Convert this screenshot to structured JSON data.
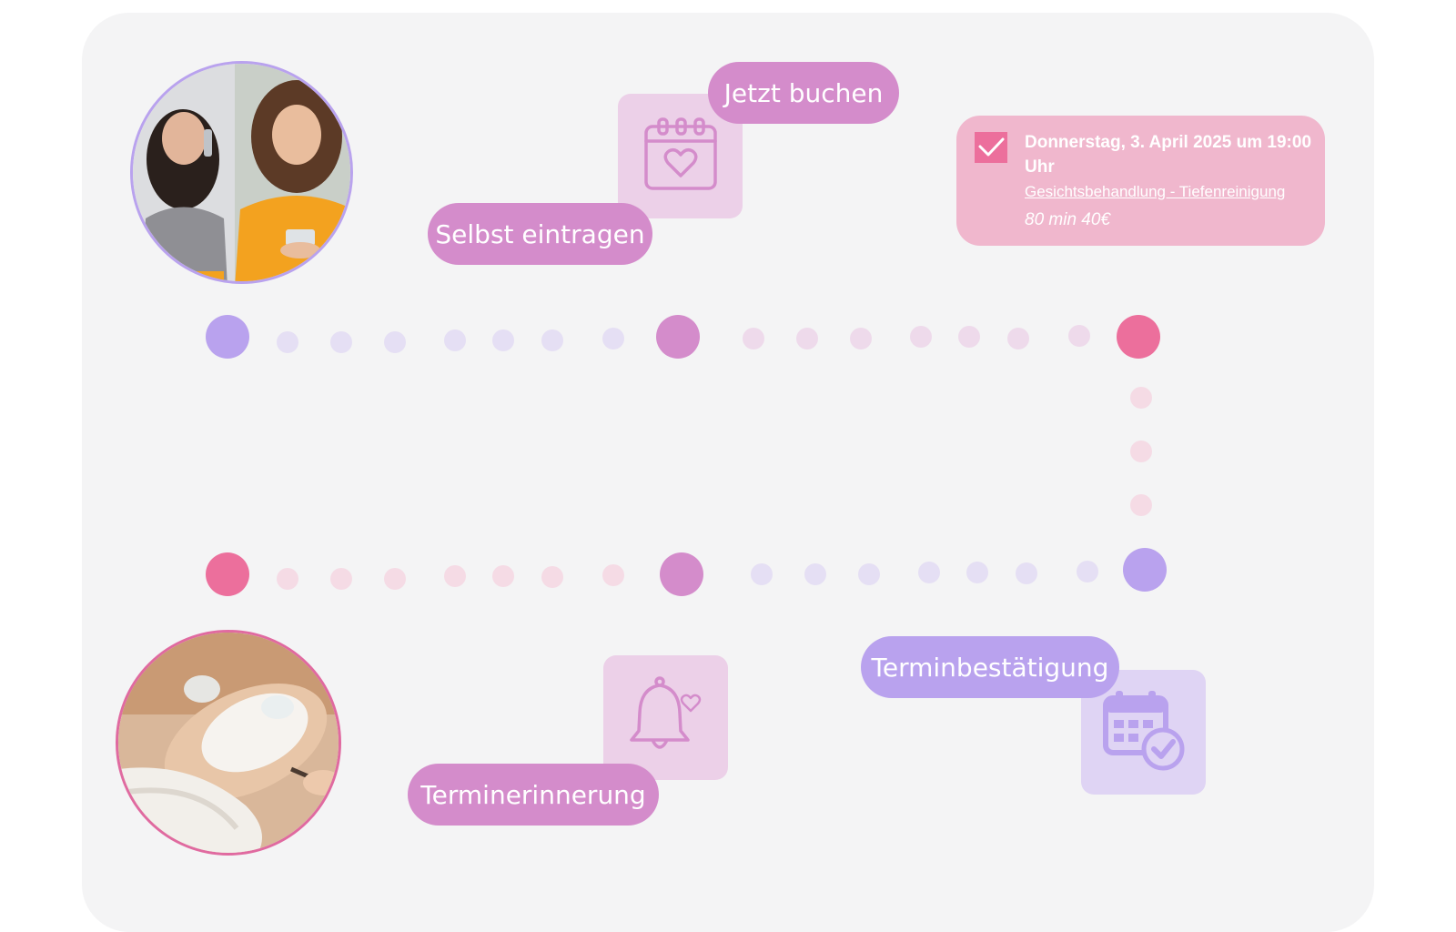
{
  "labels": {
    "selbst_eintragen": "Selbst eintragen",
    "jetzt_buchen": "Jetzt buchen",
    "terminbestaetigung": "Terminbestätigung",
    "terminerinnerung": "Terminerinnerung"
  },
  "booking_card": {
    "title": "Donnerstag, 3. April 2025 um 19:00 Uhr",
    "service": "Gesichtsbehandlung - Tiefenreinigung",
    "duration_price": "80 min 40€"
  },
  "icons": {
    "calendar_heart": "calendar-heart-icon",
    "bell_heart": "bell-heart-icon",
    "calendar_check": "calendar-check-icon",
    "checkbox": "checkbox-icon"
  },
  "colors": {
    "panel_background": "#f4f4f5",
    "lavender": "#b9a2ee",
    "lavender_light": "#e5dff4",
    "orchid": "#d48ccb",
    "orchid_light": "#eedaeb",
    "pink": "#ec6f9c",
    "pink_light": "#f5dbe5",
    "card_background": "#f0b7cd",
    "tile_orchid": "#ecd0e8",
    "tile_lavender": "#dfd4f4",
    "white": "#ffffff"
  }
}
